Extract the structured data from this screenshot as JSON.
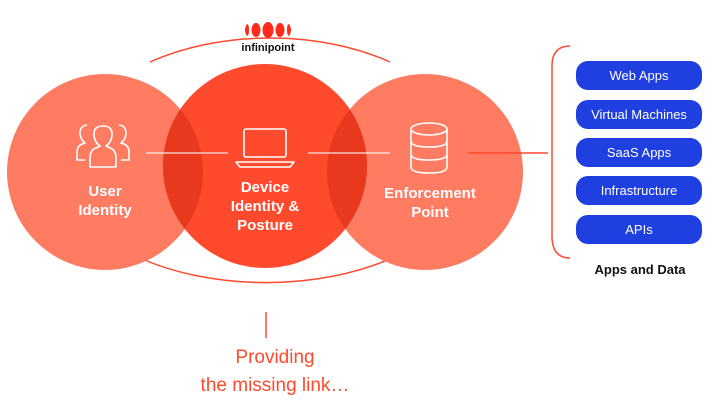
{
  "brand": {
    "name": "infinipoint"
  },
  "circles": {
    "user": {
      "line1": "User",
      "line2": "Identity"
    },
    "device": {
      "line1": "Device",
      "line2": "Identity &",
      "line3": "Posture"
    },
    "enforcement": {
      "line1": "Enforcement",
      "line2": "Point"
    }
  },
  "apps": {
    "items": [
      "Web Apps",
      "Virtual Machines",
      "SaaS Apps",
      "Infrastructure",
      "APIs"
    ],
    "title": "Apps and Data"
  },
  "tagline": {
    "line1": "Providing",
    "line2": "the missing link…"
  },
  "colors": {
    "circle_light": "#ff7b61",
    "circle_dark": "#ff4a2e",
    "overlap": "#f0442a",
    "pill": "#1f3fe0",
    "accent": "#ff4a2e"
  },
  "icons": {
    "user": "users-icon",
    "device": "laptop-icon",
    "enforcement": "database-icon",
    "brand": "infinipoint-logo-icon"
  }
}
